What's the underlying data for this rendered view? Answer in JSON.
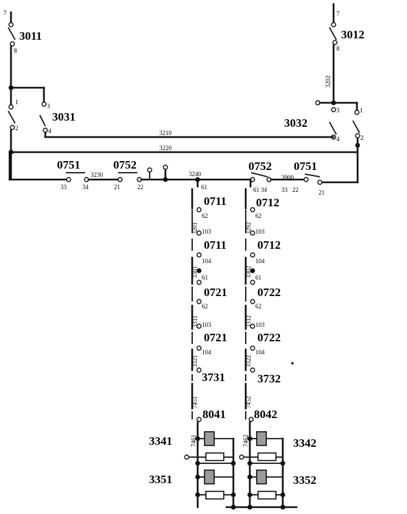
{
  "left_column": {
    "sw_3011": {
      "label": "3011",
      "top": "7",
      "bottom": "8"
    },
    "sw_3031": {
      "label": "3031",
      "top_left": "1",
      "top_right": "3",
      "bottom_left": "2",
      "bottom_right": "4"
    },
    "sw_0711_upper": {
      "label": "0711",
      "t1": "62",
      "t2": "103"
    },
    "sw_0711_lower": {
      "label": "0711",
      "t1": "104",
      "t2": "61"
    },
    "sw_0721_upper": {
      "label": "0721",
      "t1": "62",
      "t2": "103"
    },
    "sw_0721_lower": {
      "label": "0721",
      "t1": "104"
    },
    "sw_3731": {
      "label": "3731"
    },
    "sw_8041": {
      "label": "8041"
    },
    "unit_3341": {
      "label": "3341"
    },
    "unit_3351": {
      "label": "3351"
    },
    "wires": {
      "w3201": "3201",
      "w3301": "3301",
      "w3311": "3311",
      "w3321": "3321",
      "w7451": "7451",
      "w7461": "7461"
    }
  },
  "right_column": {
    "sw_3012": {
      "label": "3012",
      "top": "7",
      "bottom": "8"
    },
    "sw_3032": {
      "label": "3032",
      "top_left": "3",
      "top_right": "1",
      "bottom_left": "4",
      "bottom_right": "2"
    },
    "sw_0712_upper": {
      "label": "0712",
      "t1": "62",
      "t2": "103"
    },
    "sw_0712_lower": {
      "label": "0712",
      "t1": "104",
      "t2": "61"
    },
    "sw_0722_upper": {
      "label": "0722",
      "t1": "62",
      "t2": "103"
    },
    "sw_0722_lower": {
      "label": "0722",
      "t1": "104"
    },
    "sw_3732": {
      "label": "3732"
    },
    "sw_8042": {
      "label": "8042"
    },
    "unit_3342": {
      "label": "3342"
    },
    "unit_3352": {
      "label": "3352"
    },
    "wires": {
      "w3202": "3202",
      "w3292": "3292",
      "w3302": "3302",
      "w3312": "3312",
      "w3322": "3322",
      "w7452": "7452",
      "w7462": "7462"
    }
  },
  "bus": {
    "w3210": "3210",
    "w3220": "3220",
    "w3230": "3230",
    "w3240": "3240",
    "w3900": "3900",
    "sw_0751_left": {
      "label": "0751",
      "a": "33",
      "b": "34"
    },
    "sw_0752_left": {
      "label": "0752",
      "a": "21",
      "b": "22"
    },
    "sw_0752_right": {
      "label": "0752",
      "a": "34",
      "b": "33"
    },
    "sw_0751_right": {
      "label": "0751",
      "a": "22",
      "b": "21"
    },
    "t61_left": "61",
    "t61_right": "61"
  }
}
